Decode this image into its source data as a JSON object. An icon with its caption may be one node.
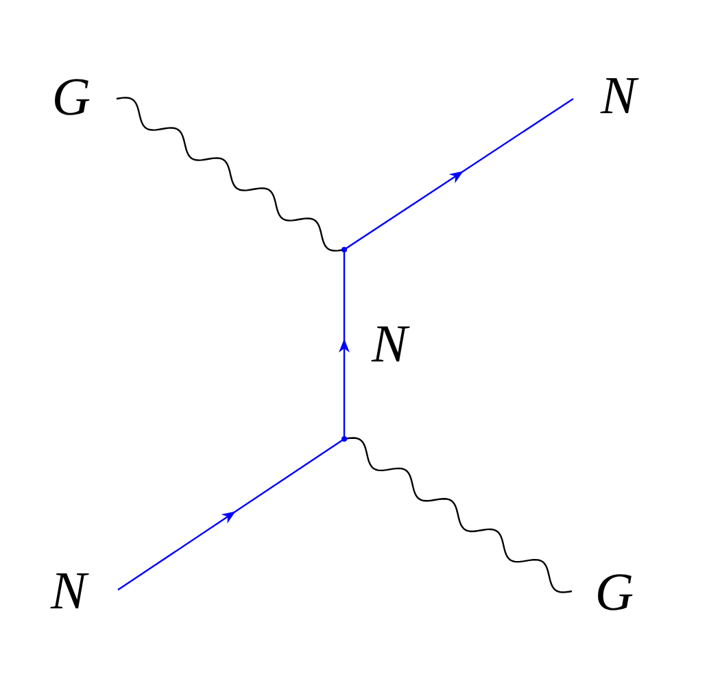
{
  "diagram": {
    "nodes": [
      {
        "text": [
          "G"
        ]
      },
      {
        "text": [
          "N"
        ]
      },
      {
        "text": [],
        "shape": "point"
      },
      {
        "text": [],
        "shape": "point"
      },
      {
        "text": [
          "N"
        ]
      },
      {
        "text": [
          "G"
        ]
      }
    ],
    "edges": [
      {
        "from": 0,
        "to": 2,
        "arrow": "none",
        "color": "#000000"
      },
      {
        "from": 2,
        "to": 1,
        "arrow": "to"
      },
      {
        "from": 3,
        "to": 2,
        "arrow": "to",
        "label": "N"
      },
      {
        "from": 4,
        "to": 3,
        "arrow": "to"
      },
      {
        "from": 3,
        "to": 5,
        "arrow": "none",
        "color": "#000000"
      }
    ]
  }
}
